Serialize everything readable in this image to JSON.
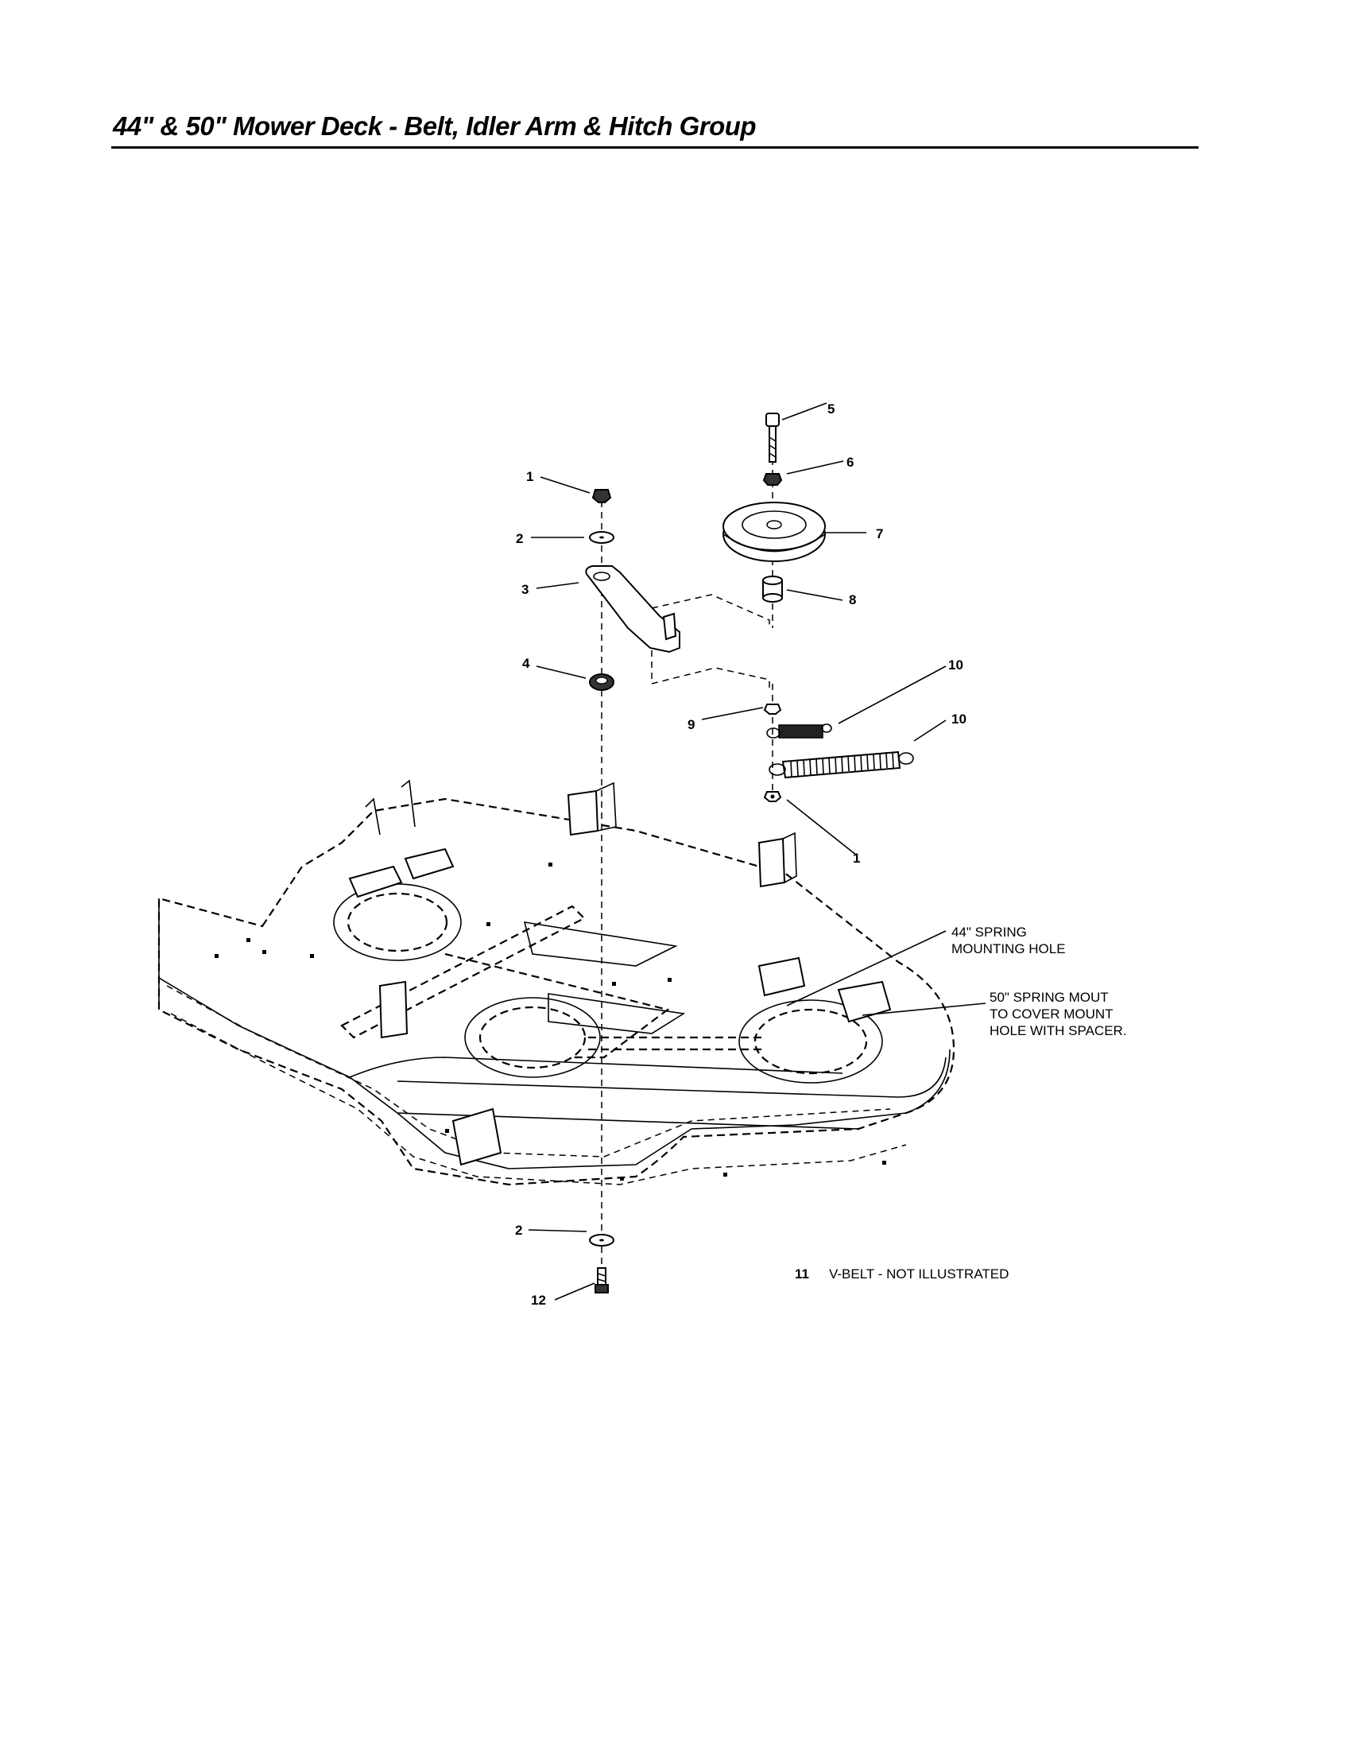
{
  "title": "44\" & 50\" Mower Deck - Belt, Idler Arm & Hitch Group",
  "callouts": {
    "c1a": "1",
    "c2a": "2",
    "c3": "3",
    "c4": "4",
    "c5": "5",
    "c6": "6",
    "c7": "7",
    "c8": "8",
    "c9": "9",
    "c10a": "10",
    "c10b": "10",
    "c1b": "1",
    "c2b": "2",
    "c12": "12"
  },
  "notes": {
    "spring44_line1": "44\" SPRING",
    "spring44_line2": "MOUNTING HOLE",
    "spring50_line1": "50\" SPRING MOUT",
    "spring50_line2": "TO COVER MOUNT",
    "spring50_line3": "HOLE WITH SPACER.",
    "item11_number": "11",
    "item11_text": "V-BELT - NOT ILLUSTRATED"
  }
}
